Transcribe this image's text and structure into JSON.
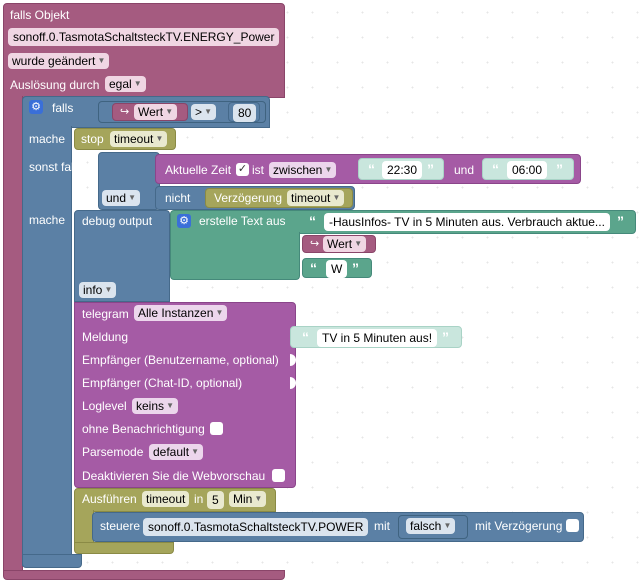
{
  "trigger": {
    "title": "falls Objekt",
    "object_id": "sonoff.0.TasmotaSchaltsteckTV.ENERGY_Power",
    "mode": "wurde geändert",
    "trigger_by_label": "Auslösung durch",
    "trigger_by_value": "egal"
  },
  "if_block": {
    "if_label": "falls",
    "value_label": "Wert",
    "operator": ">",
    "compare_value": "80",
    "do_label": "mache",
    "stop_label": "stop",
    "stop_value": "timeout",
    "else_if_label": "sonst falls",
    "time_label": "Aktuelle Zeit",
    "is_label": "ist",
    "between_value": "zwischen",
    "time_from": "22:30",
    "and_label": "und",
    "time_to": "06:00",
    "logic_value": "und",
    "not_label": "nicht",
    "delay_label": "Verzögerung",
    "delay_value": "timeout",
    "do2_label": "mache"
  },
  "debug": {
    "label": "debug output",
    "create_text_label": "erstelle Text aus",
    "text1": "-HausInfos- TV in 5 Minuten aus. Verbrauch aktue...",
    "value_label": "Wert",
    "text3": "W",
    "level": "info"
  },
  "telegram": {
    "label": "telegram",
    "instance": "Alle Instanzen",
    "message_label": "Meldung",
    "message_value": "TV in 5 Minuten aus!",
    "recipient_user_label": "Empfänger (Benutzername, optional)",
    "recipient_chat_label": "Empfänger (Chat-ID, optional)",
    "loglevel_label": "Loglevel",
    "loglevel_value": "keins",
    "silent_label": "ohne Benachrichtigung",
    "parsemode_label": "Parsemode",
    "parsemode_value": "default",
    "disable_preview_label": "Deaktivieren Sie die Webvorschau"
  },
  "timeout": {
    "label": "Ausführen",
    "name": "timeout",
    "in_label": "in",
    "amount": "5",
    "unit": "Min"
  },
  "control": {
    "label": "steuere",
    "object_id": "sonoff.0.TasmotaSchaltsteckTV.POWER",
    "with_label": "mit",
    "value": "falsch",
    "delay_label": "mit Verzögerung"
  }
}
